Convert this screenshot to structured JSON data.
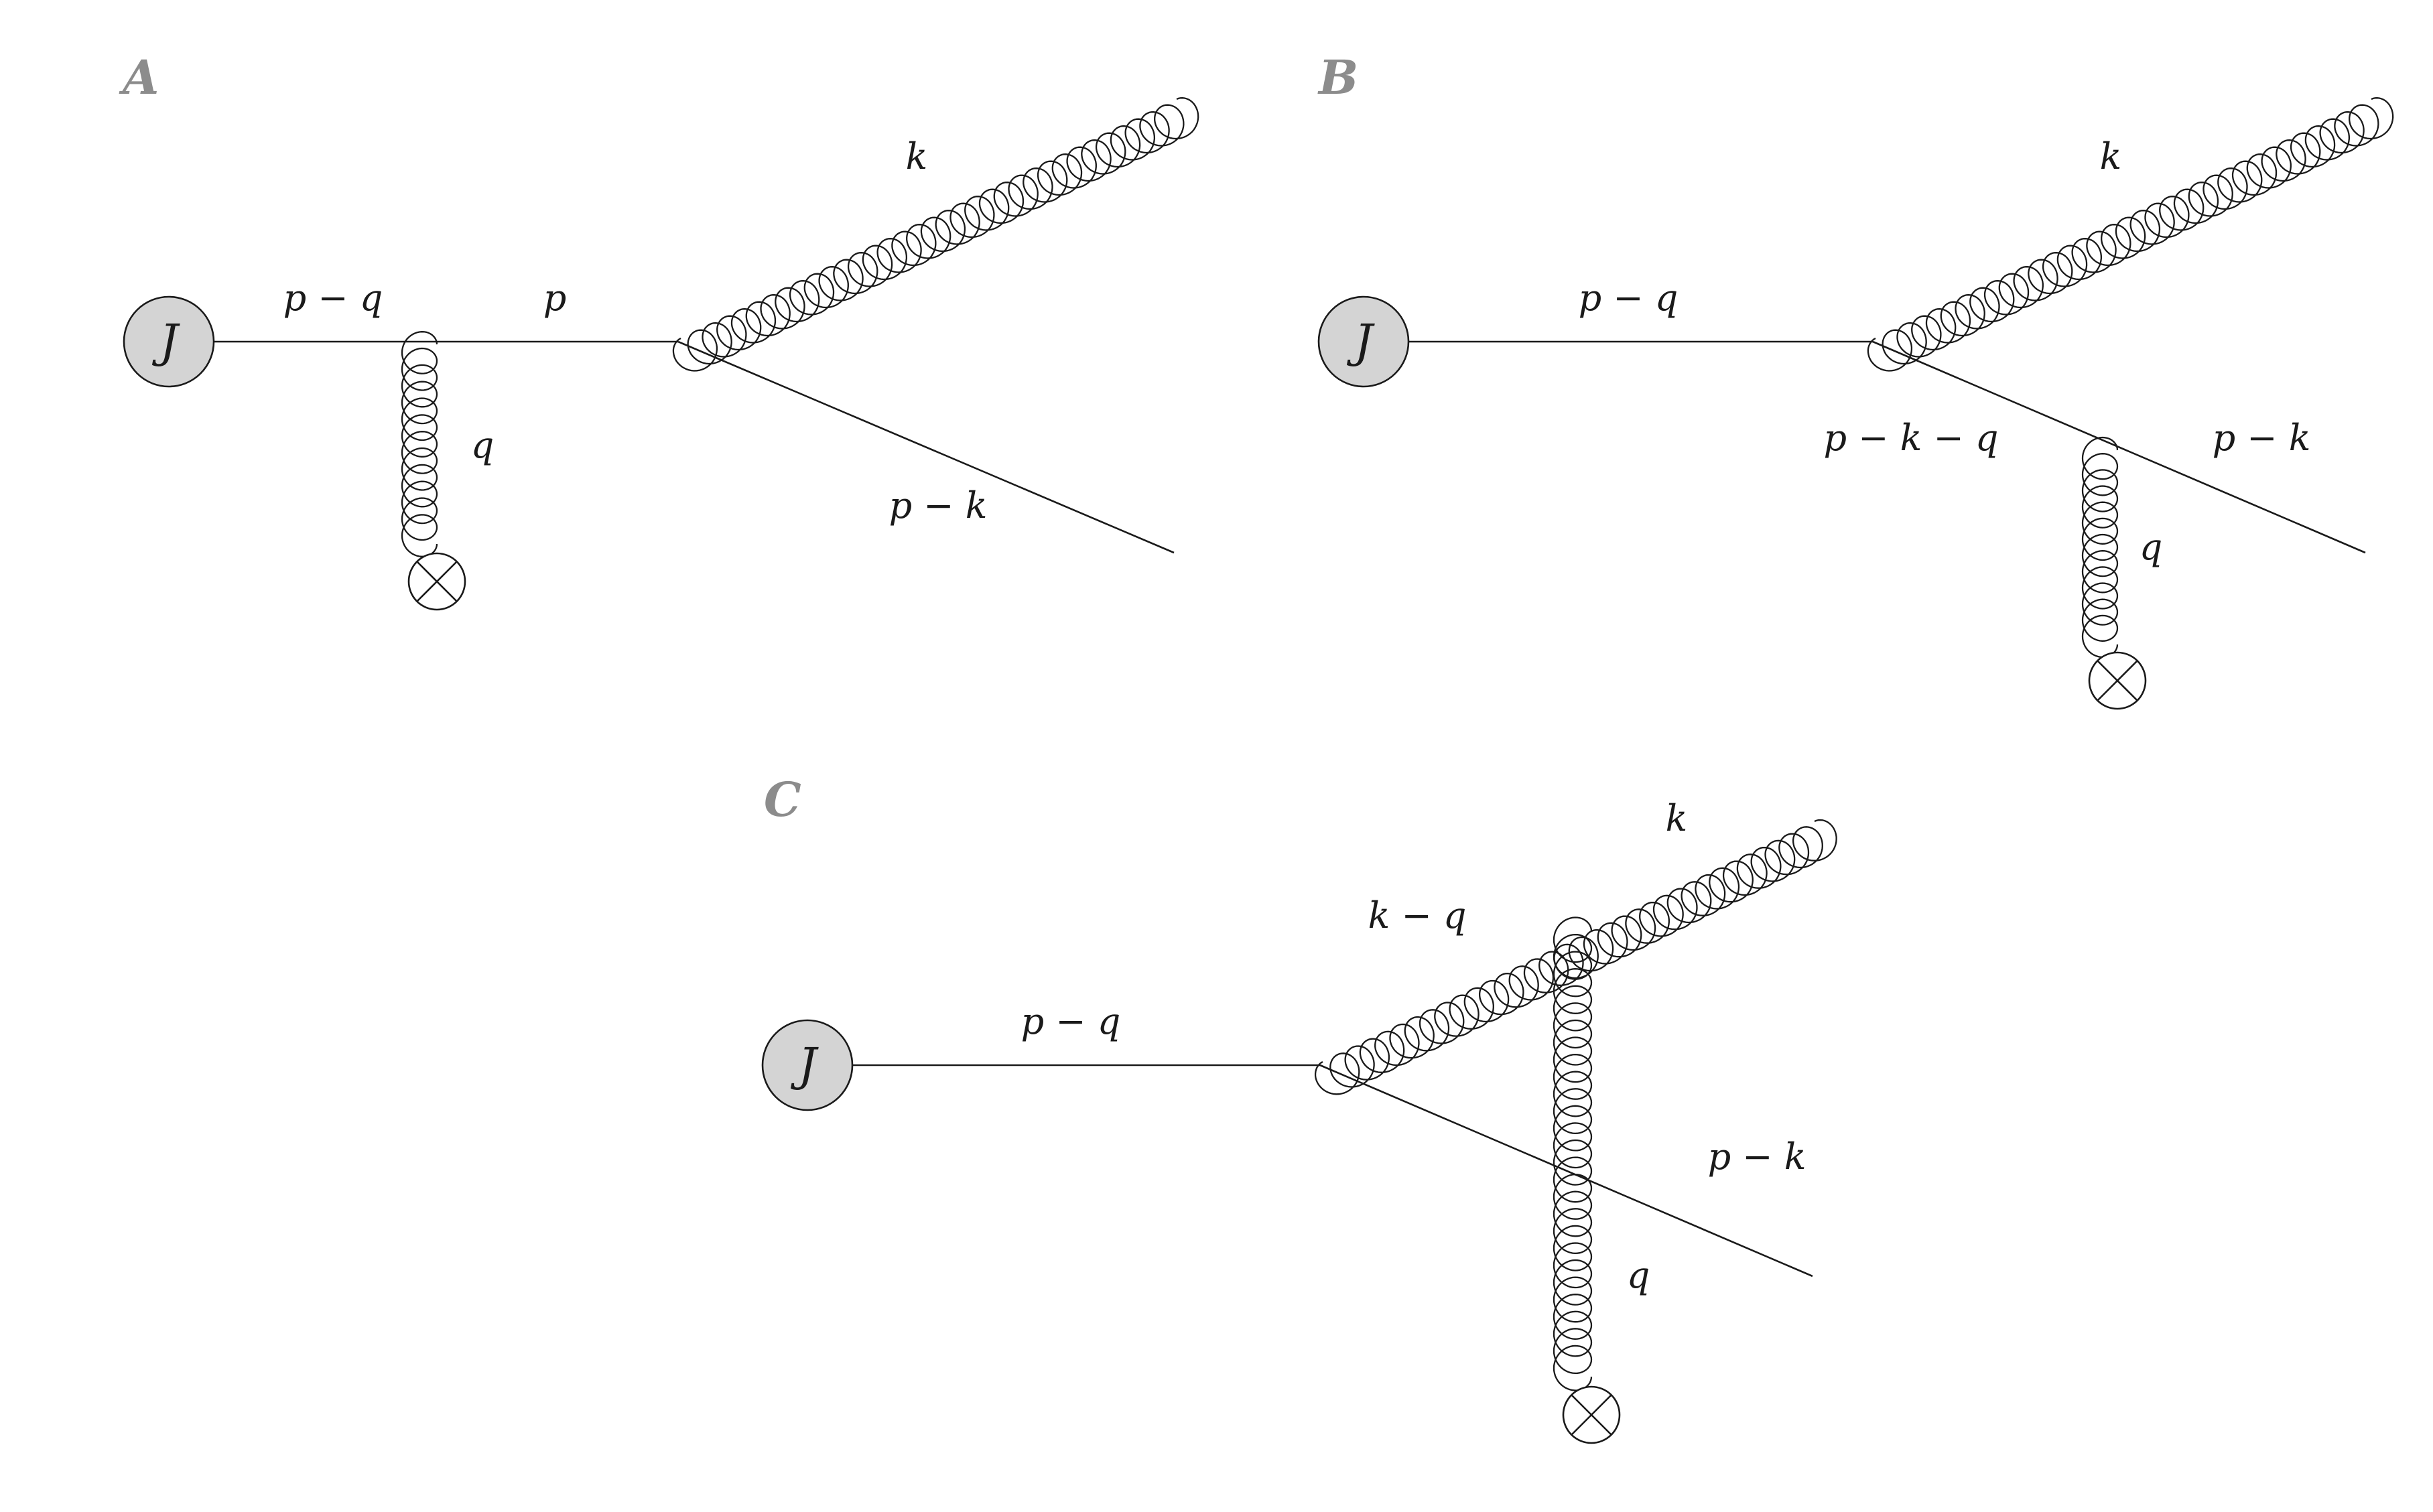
{
  "panels": [
    {
      "id": "A",
      "label": "A",
      "blob": "J",
      "momenta": {
        "incoming": "p − q",
        "internal": "p",
        "gluon_out": "k",
        "quark_out": "p − k",
        "exchange": "q"
      }
    },
    {
      "id": "B",
      "label": "B",
      "blob": "J",
      "momenta": {
        "incoming": "p − q",
        "gluon_out": "k",
        "internal": "p − k − q",
        "quark_out": "p − k",
        "exchange": "q"
      }
    },
    {
      "id": "C",
      "label": "C",
      "blob": "J",
      "momenta": {
        "incoming": "p − q",
        "internal_gluon": "k − q",
        "gluon_out": "k",
        "quark_out": "p − k",
        "exchange": "q"
      }
    }
  ]
}
